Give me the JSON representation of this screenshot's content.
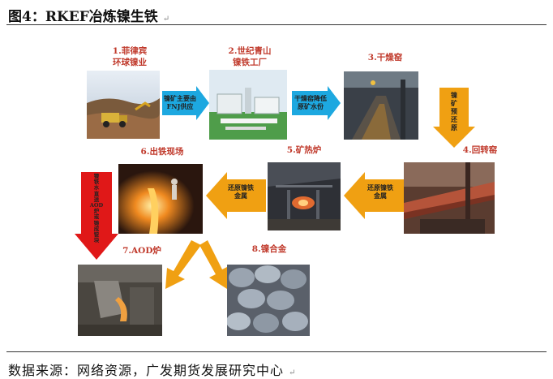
{
  "title": "图4：RKEF冶炼镍生铁",
  "para_mark": "↵",
  "source": "数据来源：网络资源，广发期货发展研究中心",
  "steps": {
    "s1": [
      "1.菲律宾",
      "环球镍业"
    ],
    "s2": [
      "2.世纪青山",
      "镍铁工厂"
    ],
    "s3": "3.干燥窑",
    "s4": "4.回转窑",
    "s5": "5.矿热炉",
    "s6": "6.出铁现场",
    "s7": "7.AOD炉",
    "s8": "8.镍合金"
  },
  "arrows": {
    "a12": [
      "镍矿主要由",
      "FNJ供应"
    ],
    "a23": [
      "干燥窑降低",
      "原矿水份"
    ],
    "a34": [
      "镍",
      "矿",
      "预",
      "还",
      "原"
    ],
    "a45": [
      "还原镍铁",
      "金属"
    ],
    "a56": [
      "还原镍铁",
      "金属"
    ],
    "a67": [
      "镍",
      "铁",
      "水",
      "直",
      "送",
      "AOD",
      "炉",
      "或",
      "铸",
      "成",
      "锭",
      "块"
    ]
  },
  "colors": {
    "label": "#c0392b",
    "blue_arrow": "#1da8e0",
    "orange_arrow": "#f0a012",
    "red_arrow": "#e01818"
  }
}
